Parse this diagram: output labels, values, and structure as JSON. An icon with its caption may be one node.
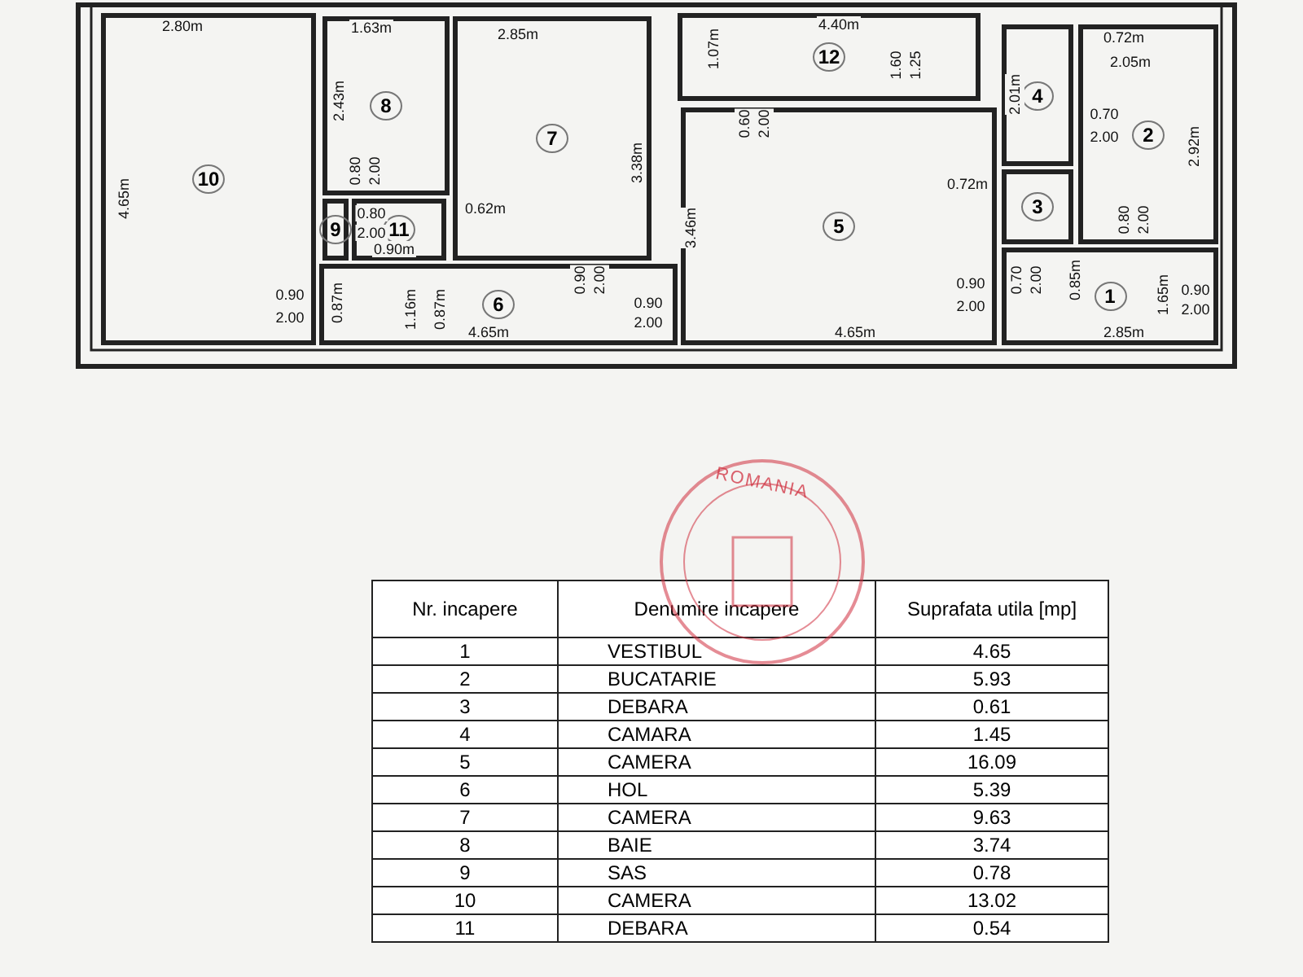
{
  "diagram": {
    "nodes": [
      {
        "text": [
          "1"
        ]
      },
      {
        "text": [
          "2"
        ]
      },
      {
        "text": [
          "3"
        ]
      },
      {
        "text": [
          "4"
        ]
      },
      {
        "text": [
          "5"
        ]
      },
      {
        "text": [
          "6"
        ]
      },
      {
        "text": [
          "7"
        ]
      },
      {
        "text": [
          "8"
        ]
      },
      {
        "text": [
          "9"
        ]
      },
      {
        "text": [
          "10"
        ]
      },
      {
        "text": [
          "11"
        ]
      },
      {
        "text": [
          "12"
        ]
      }
    ],
    "edges": [],
    "labels": [
      "2.80m",
      "1.63m",
      "2.85m",
      "4.40m",
      "0.72m",
      "1.07m",
      "1.60",
      "1.25",
      "2.05m",
      "2.43m",
      "2.01m",
      "4.65m",
      "3.38m",
      "0.60",
      "2.00",
      "0.70",
      "2.00",
      "2.92m",
      "0.80",
      "2.00",
      "0.72m",
      "3.46m",
      "0.62m",
      "0.80",
      "2.00",
      "0.90m",
      "0.80",
      "2.00",
      "0.90",
      "2.00",
      "0.70",
      "2.00",
      "0.85m",
      "0.90",
      "2.00",
      "0.87m",
      "1.16m",
      "0.87m",
      "0.90",
      "2.00",
      "0.90",
      "2.00",
      "1.65m",
      "0.90",
      "2.00",
      "4.65m",
      "4.65m",
      "2.85m",
      "ROMANIA",
      "Nr. incapere",
      "Denumire incapere",
      "Suprafata utila [mp]",
      "1",
      "VESTIBUL",
      "4.65",
      "2",
      "BUCATARIE",
      "5.93",
      "3",
      "DEBARA",
      "0.61",
      "4",
      "CAMARA",
      "1.45",
      "5",
      "CAMERA",
      "16.09",
      "6",
      "HOL",
      "5.39",
      "7",
      "CAMERA",
      "9.63",
      "8",
      "BAIE",
      "3.74",
      "9",
      "SAS",
      "0.78",
      "10",
      "CAMERA",
      "13.02",
      "11",
      "DEBARA",
      "0.54"
    ]
  }
}
